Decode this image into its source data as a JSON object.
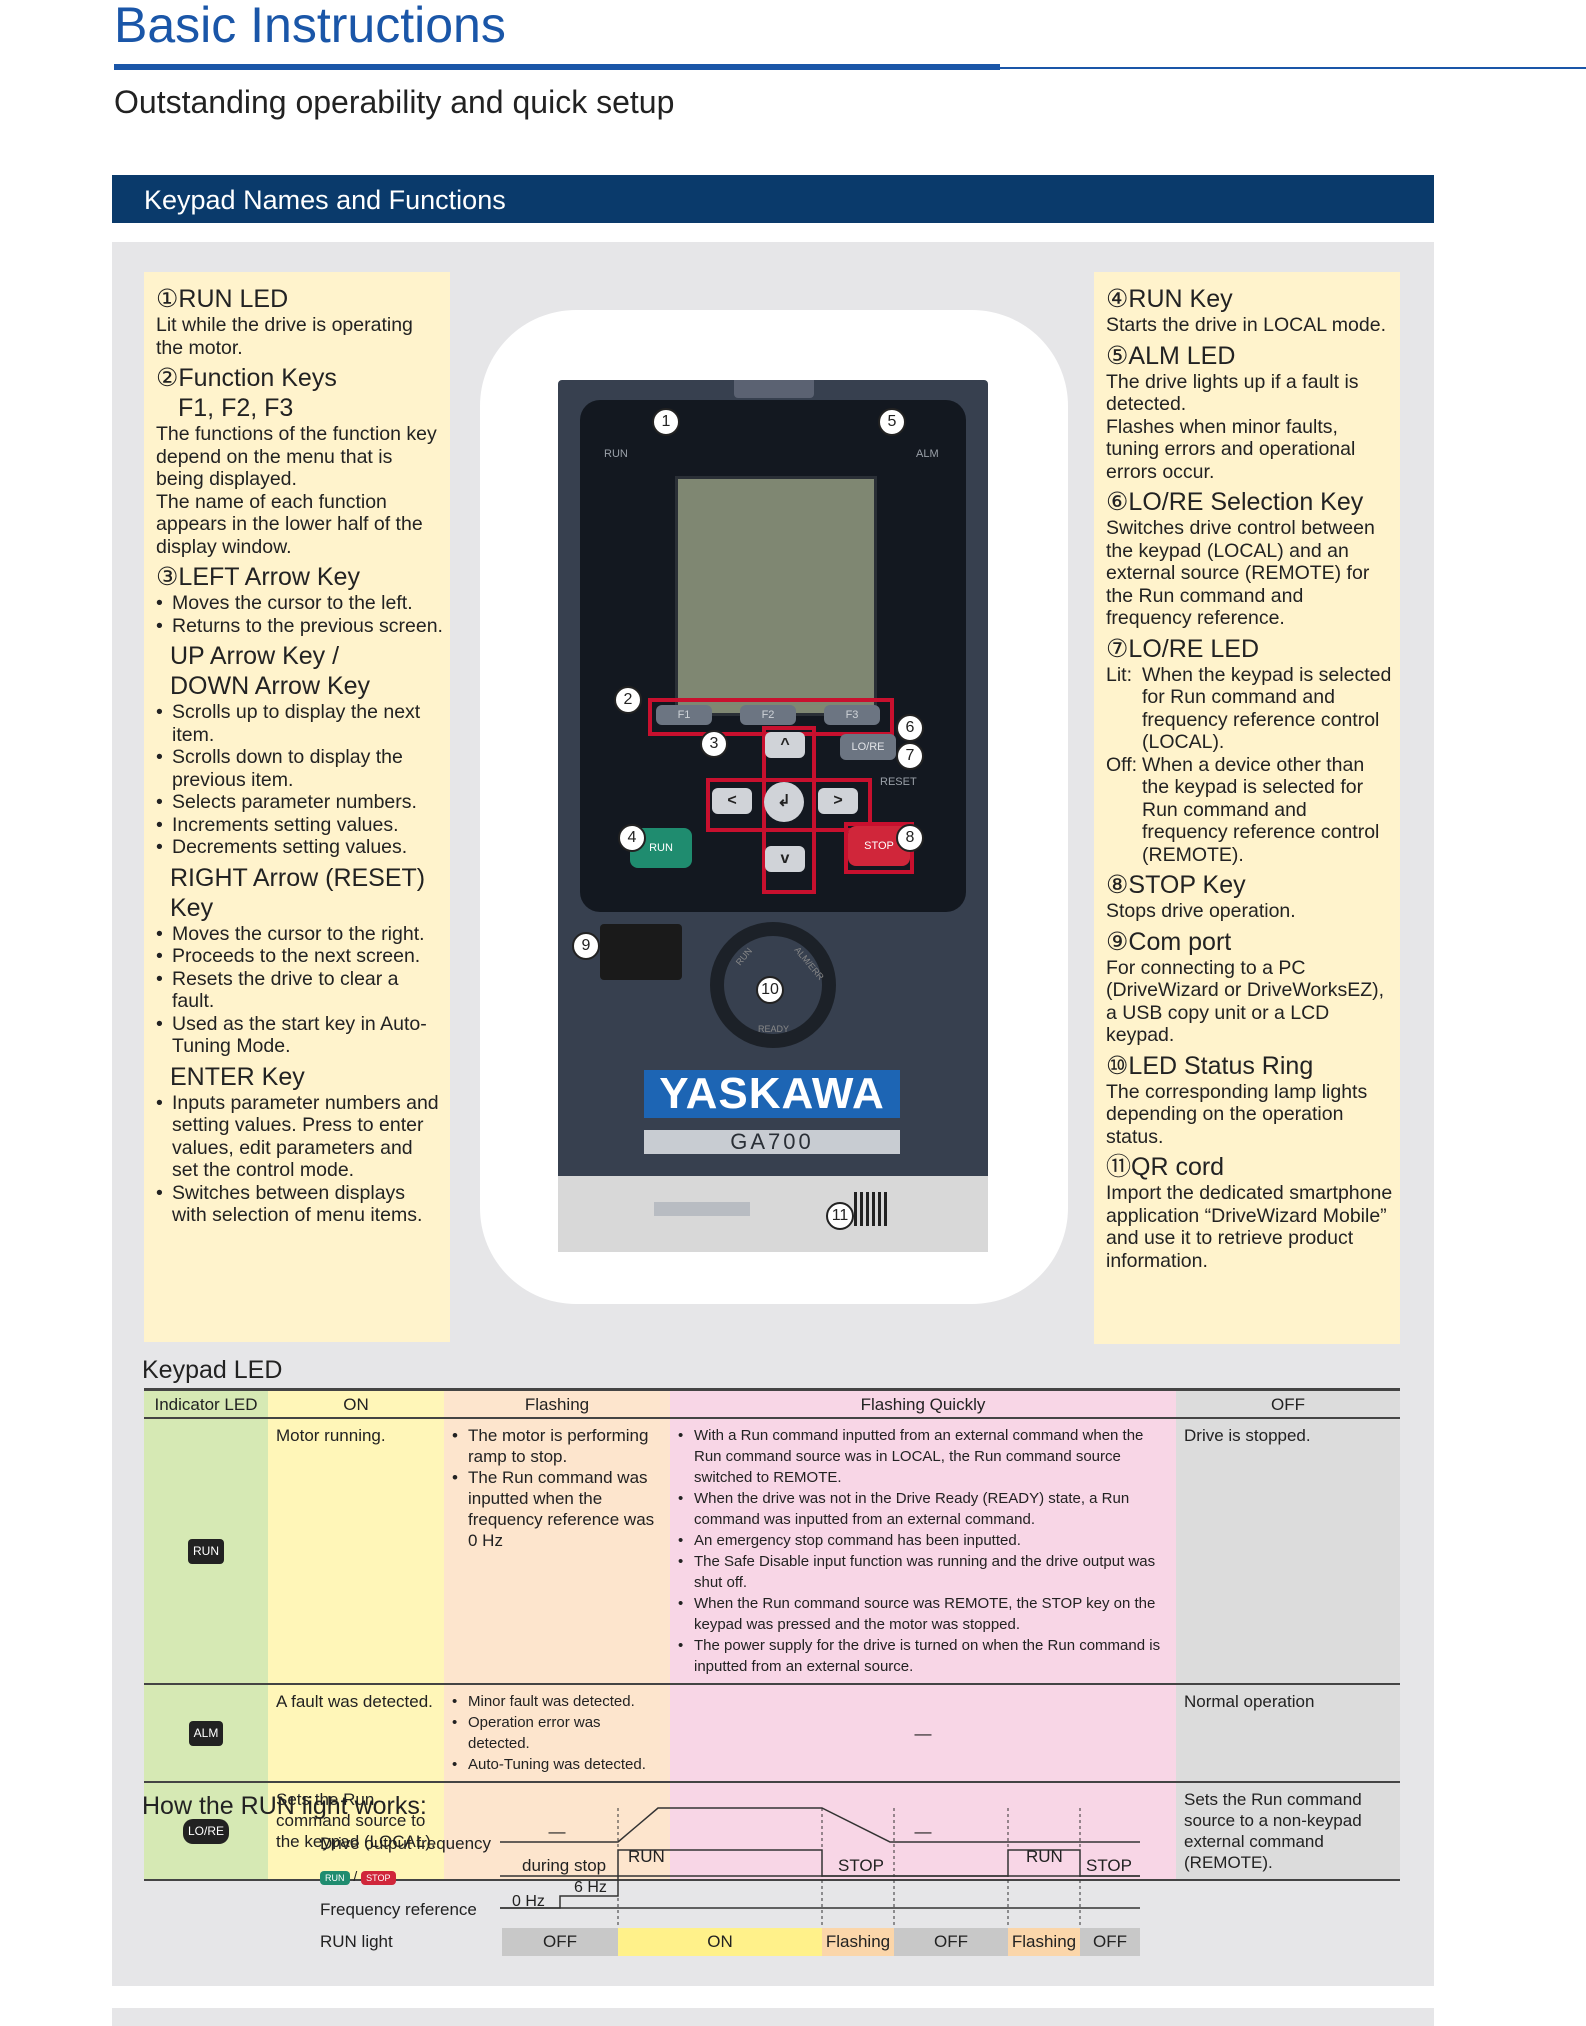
{
  "header": {
    "title": "Basic Instructions",
    "subtitle": "Outstanding operability and quick setup",
    "section": "Keypad Names and Functions"
  },
  "left_notes": {
    "run_led": {
      "title": "①RUN LED",
      "desc": "Lit while the drive is operating the motor."
    },
    "function_keys": {
      "title": "②Function Keys",
      "sub": "F1, F2, F3",
      "desc1": "The functions of the function key depend on the menu that is being displayed.",
      "desc2": "The name of each function appears in the lower half of the display window."
    },
    "left_arrow": {
      "title": "③LEFT Arrow Key",
      "items": [
        "Moves the cursor to the left.",
        "Returns to the previous screen."
      ]
    },
    "updown": {
      "title1": "UP Arrow Key /",
      "title2": "DOWN Arrow Key",
      "items": [
        "Scrolls up to display the next item.",
        "Scrolls down to display the previous item.",
        "Selects parameter numbers.",
        "Increments setting values.",
        "Decrements setting values."
      ]
    },
    "right_arrow": {
      "title": "RIGHT Arrow (RESET) Key",
      "items": [
        "Moves the cursor to the right.",
        "Proceeds to the next screen.",
        "Resets the drive to clear a fault.",
        "Used as the start key in Auto-Tuning Mode."
      ]
    },
    "enter": {
      "title": "ENTER Key",
      "items": [
        "Inputs parameter numbers and setting values. Press to enter values, edit parameters and set the control mode.",
        "Switches between displays with selection of menu items."
      ]
    }
  },
  "right_notes": {
    "run_key": {
      "title": "④RUN Key",
      "desc": "Starts the drive in LOCAL mode."
    },
    "alm_led": {
      "title": "⑤ALM LED",
      "desc1": "The drive lights up if a fault is detected.",
      "desc2": "Flashes when minor faults, tuning errors and operational errors occur."
    },
    "lore_key": {
      "title": "⑥LO/RE Selection Key",
      "desc": "Switches drive control between the keypad (LOCAL) and an external source (REMOTE) for the Run command and frequency reference."
    },
    "lore_led": {
      "title": "⑦LO/RE LED",
      "lit_label": "Lit:",
      "lit_desc": "When the keypad is selected for Run command and frequency reference control (LOCAL).",
      "off_label": "Off:",
      "off_desc": "When a device other than the keypad is selected for Run command and frequency reference control (REMOTE)."
    },
    "stop_key": {
      "title": "⑧STOP Key",
      "desc": "Stops drive operation."
    },
    "com_port": {
      "title": "⑨Com port",
      "desc": "For connecting to a PC (DriveWizard or DriveWorksEZ), a USB copy unit or a LCD keypad."
    },
    "status_ring": {
      "title": "⑩LED Status Ring",
      "desc": "The corresponding lamp lights depending on the operation status."
    },
    "qr": {
      "title": "⑪QR cord",
      "desc": "Import the dedicated smartphone application “DriveWizard Mobile” and use it to retrieve product information."
    }
  },
  "device": {
    "led_run": "RUN",
    "led_alm": "ALM",
    "f1": "F1",
    "f2": "F2",
    "f3": "F3",
    "lore": "LO/RE",
    "reset": "RESET",
    "run_key": "RUN",
    "stop_key": "STOP",
    "ring_run": "RUN",
    "ring_alarm": "ALM/ERR",
    "ring_ready": "READY",
    "brand": "YASKAWA",
    "model": "GA700",
    "callouts": [
      "1",
      "2",
      "3",
      "4",
      "5",
      "6",
      "7",
      "8",
      "9",
      "10",
      "11"
    ]
  },
  "led_table": {
    "heading": "Keypad LED",
    "headers": [
      "Indicator LED",
      "ON",
      "Flashing",
      "Flashing Quickly",
      "OFF"
    ],
    "run": {
      "icon": "RUN",
      "on": "Motor running.",
      "flashing": [
        "The motor is performing ramp to stop.",
        "The Run command was inputted when the frequency reference was 0 Hz"
      ],
      "quick": [
        "With a Run command inputted from an external command when the Run command source was in LOCAL, the Run command source switched to REMOTE.",
        "When the drive was not in the Drive Ready (READY) state, a Run command was inputted from an external command.",
        "An emergency stop command has been inputted.",
        "The Safe Disable input function was running and the drive output was shut off.",
        "When the Run command source was REMOTE, the STOP key on the keypad was pressed and the motor was stopped.",
        "The power supply for the drive is turned on when the Run command is inputted from an external source."
      ],
      "off": "Drive is stopped."
    },
    "alm": {
      "icon": "ALM",
      "on": "A fault was detected.",
      "flashing": [
        "Minor fault was detected.",
        "Operation error was detected.",
        "Auto-Tuning was detected."
      ],
      "quick": "—",
      "off": "Normal operation"
    },
    "lore": {
      "icon": "LO/RE",
      "on": "Sets the Run command source to the keypad (LOCAL).",
      "flashing": "—",
      "quick": "—",
      "off": "Sets the Run command source to a non-keypad external command (REMOTE)."
    }
  },
  "run_light": {
    "heading": "How the RUN light works:",
    "label_output": "Drive output frequency",
    "label_ref": "Frequency reference",
    "label_light": "RUN light",
    "label_run_icon": "RUN",
    "label_slash": "/",
    "label_stop_icon": "STOP",
    "during_stop": "during stop",
    "hz6": "6 Hz",
    "hz0": "0 Hz",
    "run1": "RUN",
    "stop1": "STOP",
    "run2": "RUN",
    "stop2": "STOP",
    "states": [
      "OFF",
      "ON",
      "Flashing",
      "OFF",
      "Flashing",
      "OFF"
    ]
  },
  "colors": {
    "title_blue": "#1a56a8",
    "header_navy": "#0a3a6b",
    "note_yellow": "#fff3cc",
    "on_yellow": "#fff6b8",
    "flash_orange": "#fde5cd",
    "quick_pink": "#f8d6e6",
    "off_gray": "#dcdcdc",
    "indicator_green": "#d6e9b4"
  }
}
